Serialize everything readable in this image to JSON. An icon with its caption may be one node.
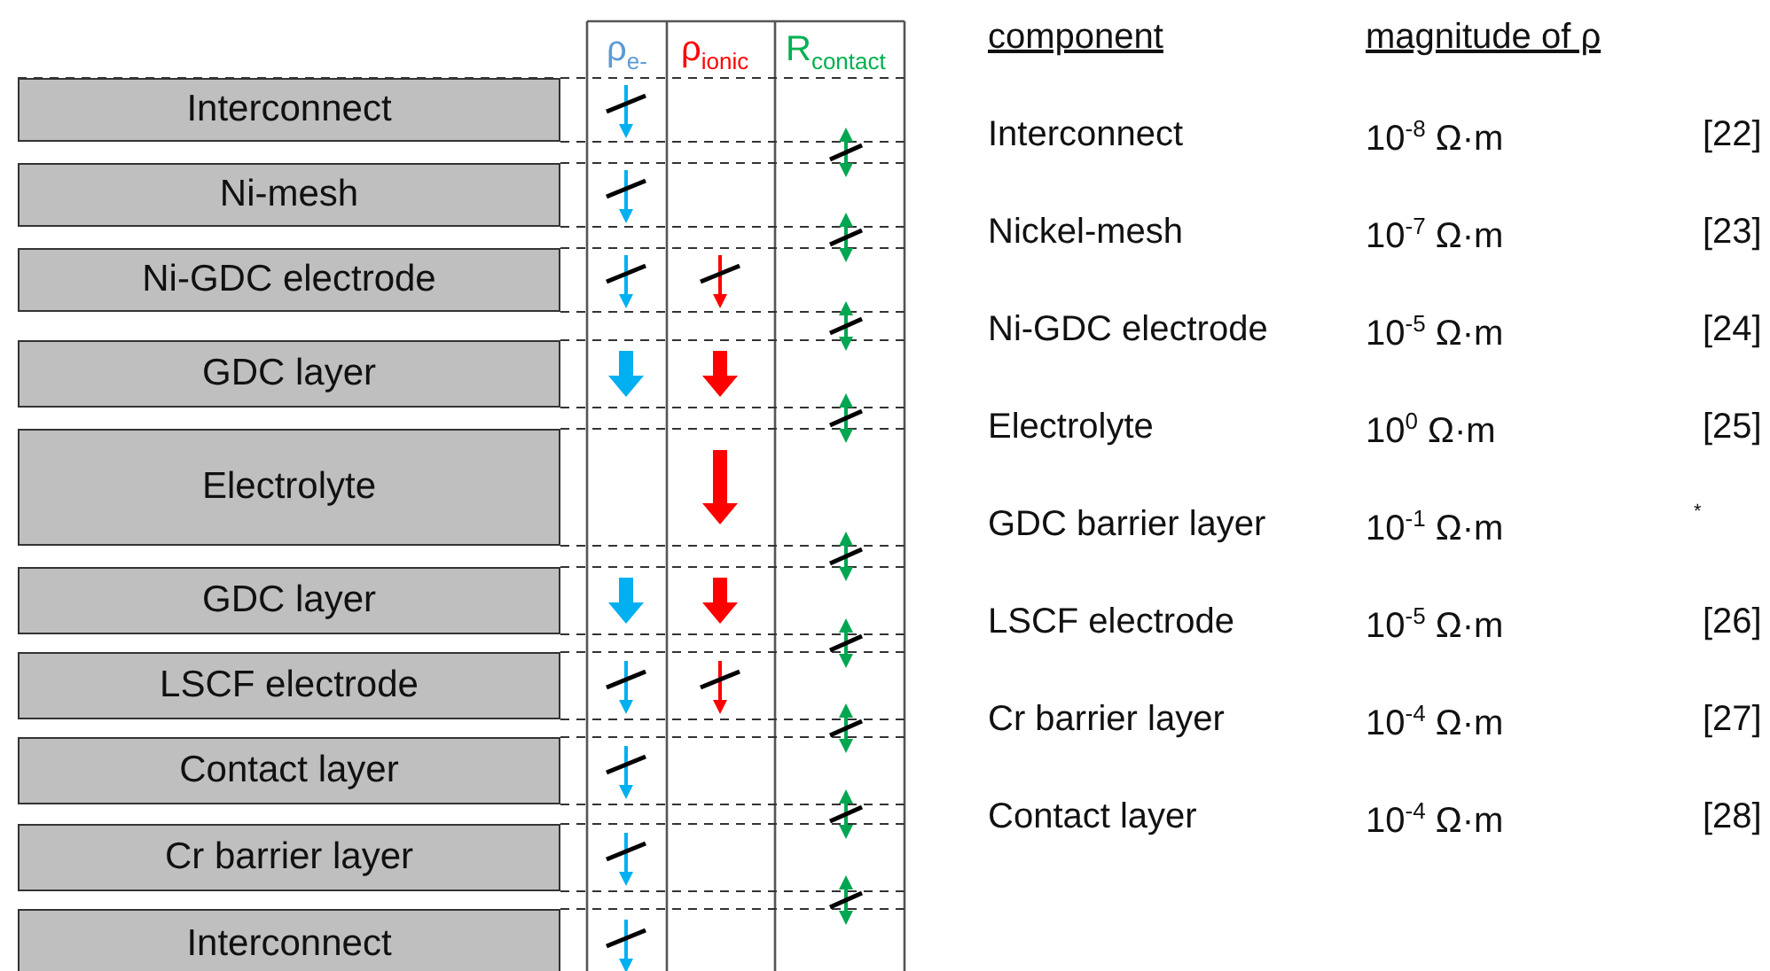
{
  "diagram": {
    "nodes": [
      {
        "text": [
          "Interconnect"
        ]
      },
      {
        "text": [
          "Ni-mesh"
        ]
      },
      {
        "text": [
          "Ni-GDC electrode"
        ]
      },
      {
        "text": [
          "GDC layer"
        ]
      },
      {
        "text": [
          "Electrolyte"
        ]
      },
      {
        "text": [
          "GDC layer"
        ]
      },
      {
        "text": [
          "LSCF electrode"
        ]
      },
      {
        "text": [
          "Contact layer"
        ]
      },
      {
        "text": [
          "Cr barrier layer"
        ]
      },
      {
        "text": [
          "Interconnect"
        ]
      }
    ],
    "labels": [
      "ρ$_{e-}$",
      "ρ$_{ionic}$",
      "R$_{contact}$",
      "component",
      "magnitude of ρ",
      "Interconnect",
      "10$^{-8}$ Ω·m",
      "[22]",
      "Nickel-mesh",
      "10$^{-7}$ Ω·m",
      "[23]",
      "Ni-GDC electrode",
      "10$^{-5}$ Ω·m",
      "[24]",
      "Electrolyte",
      "10$^{0}$ Ω·m",
      "[25]",
      "GDC barrier layer",
      "10$^{-1}$ Ω·m",
      "*",
      "LSCF electrode",
      "10$^{-5}$ Ω·m",
      "[26]",
      "Cr barrier layer",
      "10$^{-4}$ Ω·m",
      "[27]",
      "Contact layer",
      "10$^{-4}$ Ω·m",
      "[28]"
    ]
  }
}
